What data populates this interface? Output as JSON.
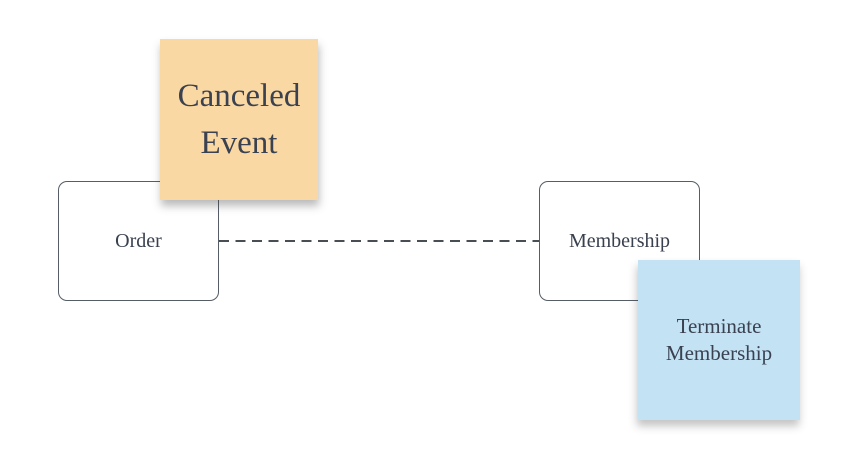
{
  "canvas": {
    "background_color": "#ffffff"
  },
  "entities": [
    {
      "id": "order",
      "label": "Order",
      "fill_color": "#ffffff",
      "border_color": "#565d66",
      "text_color": "#39404e"
    },
    {
      "id": "membership",
      "label": "Membership",
      "fill_color": "#ffffff",
      "border_color": "#565d66",
      "text_color": "#39404e"
    }
  ],
  "notes": [
    {
      "id": "canceled-event",
      "lines": [
        "Canceled",
        "Event"
      ],
      "full_text": "Canceled Event",
      "color": "#fad8a4",
      "text_color": "#3a4150"
    },
    {
      "id": "terminate-membership",
      "lines": [
        "Terminate",
        "Membership"
      ],
      "full_text": "Terminate Membership",
      "color": "#c3e2f4",
      "text_color": "#3a4150"
    }
  ],
  "connector": {
    "type": "dashed-line",
    "from": "order",
    "to": "membership",
    "color": "#2f353d"
  }
}
